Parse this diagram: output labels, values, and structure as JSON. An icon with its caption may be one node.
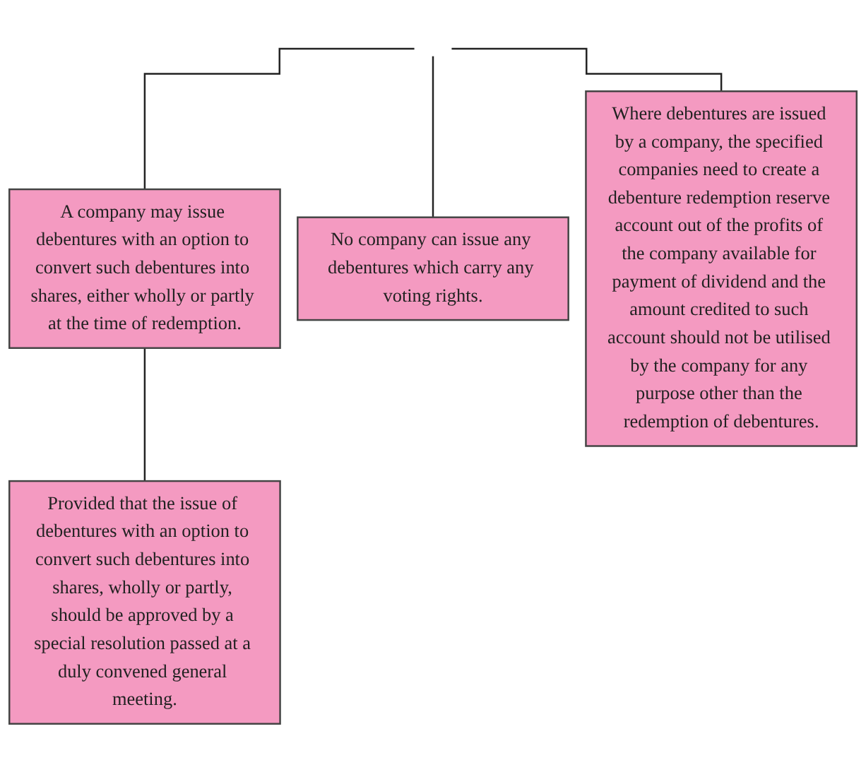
{
  "diagram": {
    "nodes": [
      {
        "text": [
          "A company may issue debentures with an option to convert such debentures into shares, either wholly or partly at the time of redemption."
        ]
      },
      {
        "text": [
          "No company can issue any debentures which carry any voting rights."
        ]
      },
      {
        "text": [
          "Where debentures are issued by a company, the specified companies need to create a debenture redemption reserve account out of the profits of the company available for payment of dividend and the amount credited to such account should not be utilised by the company for any purpose other than the redemption of debentures."
        ]
      },
      {
        "text": [
          "Provided that the issue of debentures with an option to convert such debentures into shares, wholly or partly, should be approved by a special resolution passed at a duly convened general meeting."
        ]
      }
    ],
    "edges": [
      {
        "from": null,
        "to": 0,
        "arrow": "none"
      },
      {
        "from": null,
        "to": 1,
        "arrow": "none"
      },
      {
        "from": null,
        "to": 2,
        "arrow": "none"
      },
      {
        "from": 0,
        "to": 3,
        "arrow": "none"
      }
    ]
  }
}
